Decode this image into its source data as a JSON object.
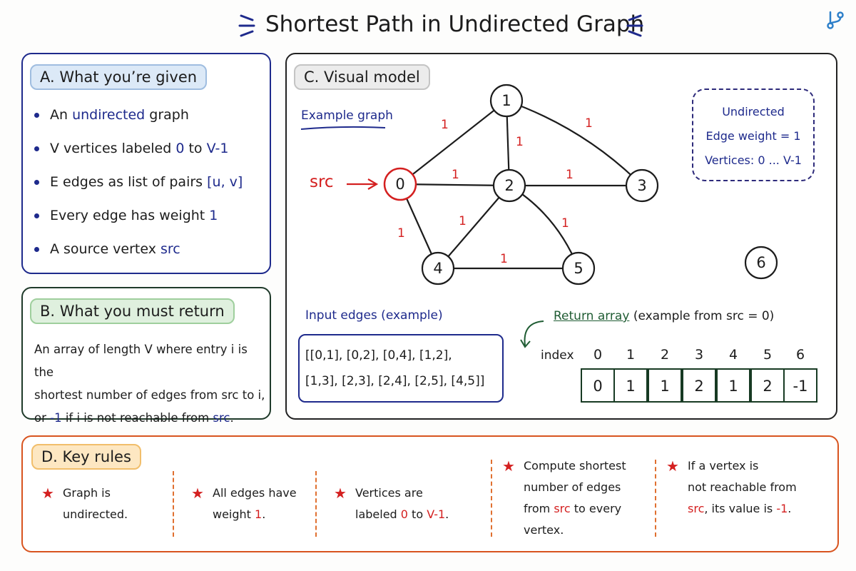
{
  "title": "Shortest Path in Undirected Graph",
  "section_a": {
    "heading": "A. What you’re given",
    "bullets": [
      {
        "pre": "An ",
        "hl": "undirected",
        "post": " graph"
      },
      {
        "pre": "V vertices labeled ",
        "hl": "0",
        "mid": " to ",
        "hl2": "V-1"
      },
      {
        "pre": "E edges as list of pairs ",
        "hl": "[u, v]"
      },
      {
        "pre": "Every edge has weight ",
        "hl": "1"
      },
      {
        "pre": "A source vertex ",
        "hl": "src"
      }
    ]
  },
  "section_b": {
    "heading": "B. What you must return",
    "line1": "An array of length V where entry i is the",
    "line2": "shortest number of edges from src to i,",
    "line3_pre": "or ",
    "line3_neg": "-1",
    "line3_mid": " if i is not reachable from ",
    "line3_src": "src",
    "line3_end": "."
  },
  "section_c": {
    "heading": "C. Visual model",
    "example_label": "Example graph",
    "src_label": "src",
    "info": [
      "Undirected",
      "Edge weight = 1",
      "Vertices: 0 ... V-1"
    ],
    "nodes": [
      "0",
      "1",
      "2",
      "3",
      "4",
      "5",
      "6"
    ],
    "edge_weight": "1",
    "input_label": "Input edges (example)",
    "input_line1": "[[0,1], [0,2], [0,4], [1,2],",
    "input_line2": "[1,3], [2,3], [2,4], [2,5], [4,5]]",
    "return_label": "Return array",
    "return_note": "(example from src = 0)",
    "index_label": "index",
    "indices": [
      "0",
      "1",
      "2",
      "3",
      "4",
      "5",
      "6"
    ],
    "values": [
      "0",
      "1",
      "1",
      "2",
      "1",
      "2",
      "-1"
    ]
  },
  "section_d": {
    "heading": "D. Key rules",
    "rule1": [
      "Graph is",
      "undirected."
    ],
    "rule2_l1": "All edges have",
    "rule2_l2_pre": "weight ",
    "rule2_l2_hl": "1",
    "rule2_l2_post": ".",
    "rule3_l1": "Vertices are",
    "rule3_l2_pre": "labeled ",
    "rule3_l2_hl": "0",
    "rule3_l2_mid": " to ",
    "rule3_l2_hl2": "V-1",
    "rule3_l2_post": ".",
    "rule4_l1": "Compute shortest",
    "rule4_l2": "number of edges",
    "rule4_l3_pre": "from ",
    "rule4_l3_hl": "src",
    "rule4_l3_post": " to every",
    "rule4_l4": "vertex.",
    "rule5_l1": "If a vertex is",
    "rule5_l2": "not reachable from",
    "rule5_l3_hl": "src",
    "rule5_l3_mid": ", its value is ",
    "rule5_l3_hl2": "-1",
    "rule5_l3_post": ".",
    "star": "★"
  },
  "colors": {
    "blue": "#1e2a8c",
    "red": "#d42020",
    "green": "#1f5c33",
    "orange": "#e07030"
  },
  "icons": {
    "top_right": "git-branch-icon"
  }
}
